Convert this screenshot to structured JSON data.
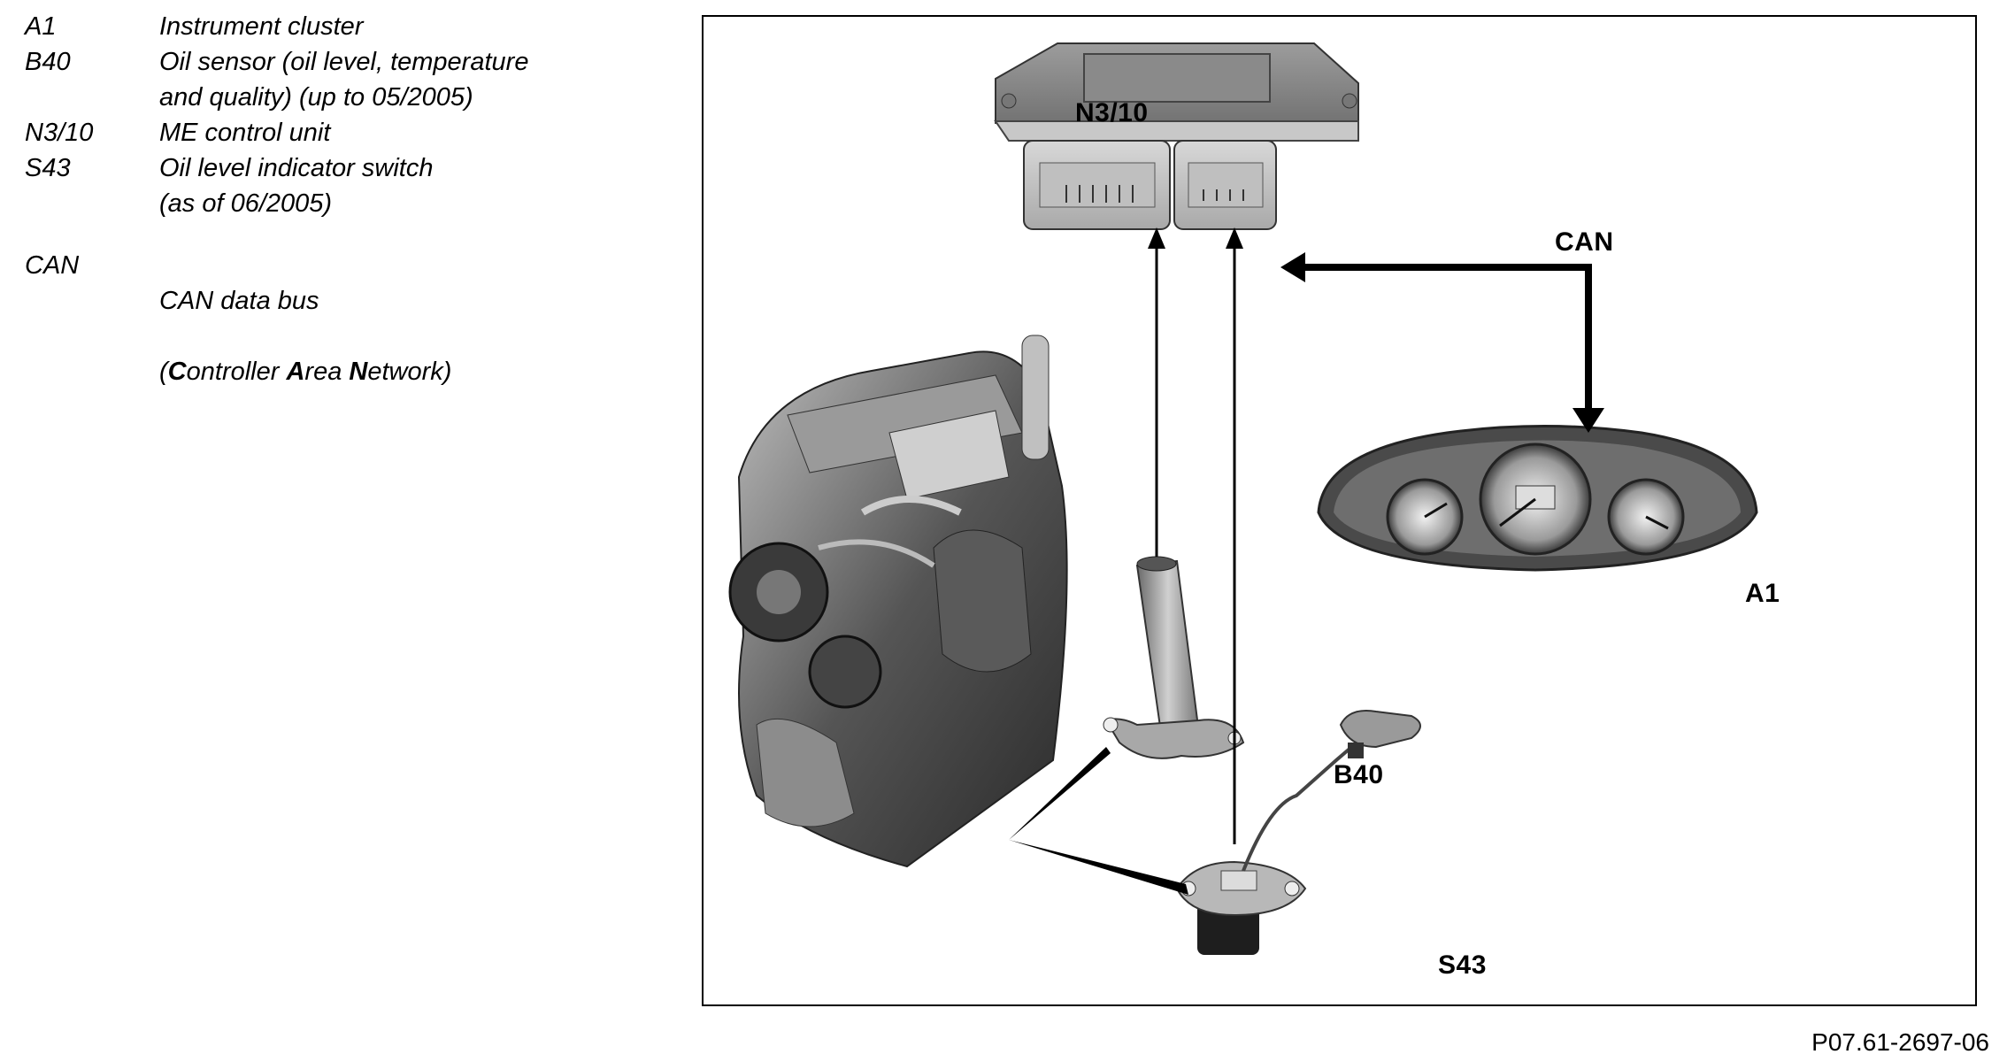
{
  "legend": {
    "items": [
      {
        "code": "A1",
        "desc": "Instrument cluster"
      },
      {
        "code": "B40",
        "desc": "Oil sensor (oil level, temperature\nand quality) (up to 05/2005)"
      },
      {
        "code": "N3/10",
        "desc": "ME control unit"
      },
      {
        "code": "S43",
        "desc": "Oil level indicator switch\n(as of 06/2005)"
      },
      {
        "code": "CAN",
        "desc_parts": [
          "CAN data bus",
          "(",
          "C",
          "ontroller ",
          "A",
          "rea ",
          "N",
          "etwork)"
        ]
      }
    ]
  },
  "diagram": {
    "labels": {
      "ecu": "N3/10",
      "can": "CAN",
      "cluster": "A1",
      "oil_sensor": "B40",
      "level_switch": "S43"
    }
  },
  "figure_ref": "P07.61-2697-06"
}
